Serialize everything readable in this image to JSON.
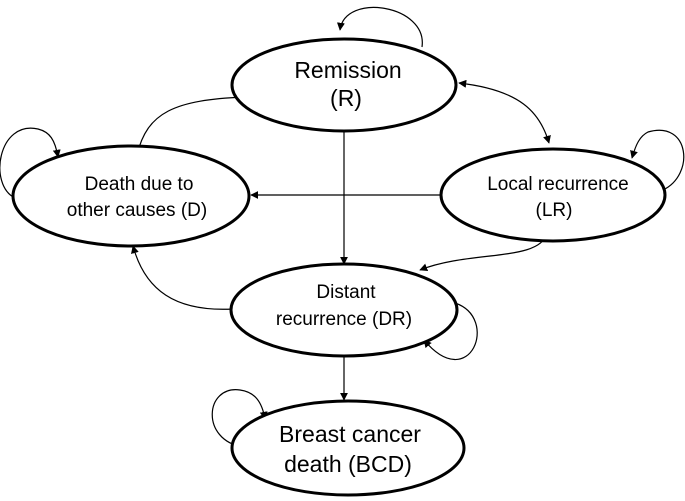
{
  "diagram": {
    "type": "state-transition",
    "nodes": {
      "remission": {
        "line1": "Remission",
        "line2": "(R)"
      },
      "death_other": {
        "line1": "Death due to",
        "line2": "other causes (D)"
      },
      "local_recurrence": {
        "line1": "Local recurrence",
        "line2": "(LR)"
      },
      "distant_recurrence": {
        "line1": "Distant",
        "line2": "recurrence (DR)"
      },
      "breast_cancer_death": {
        "line1": "Breast cancer",
        "line2": "death (BCD)"
      }
    },
    "edges": [
      {
        "from": "remission",
        "to": "remission"
      },
      {
        "from": "remission",
        "to": "death_other"
      },
      {
        "from": "remission",
        "to": "local_recurrence"
      },
      {
        "from": "local_recurrence",
        "to": "remission"
      },
      {
        "from": "remission",
        "to": "distant_recurrence"
      },
      {
        "from": "death_other",
        "to": "death_other"
      },
      {
        "from": "local_recurrence",
        "to": "local_recurrence"
      },
      {
        "from": "local_recurrence",
        "to": "death_other"
      },
      {
        "from": "local_recurrence",
        "to": "distant_recurrence"
      },
      {
        "from": "distant_recurrence",
        "to": "death_other"
      },
      {
        "from": "distant_recurrence",
        "to": "distant_recurrence"
      },
      {
        "from": "distant_recurrence",
        "to": "breast_cancer_death"
      },
      {
        "from": "breast_cancer_death",
        "to": "breast_cancer_death"
      }
    ]
  }
}
